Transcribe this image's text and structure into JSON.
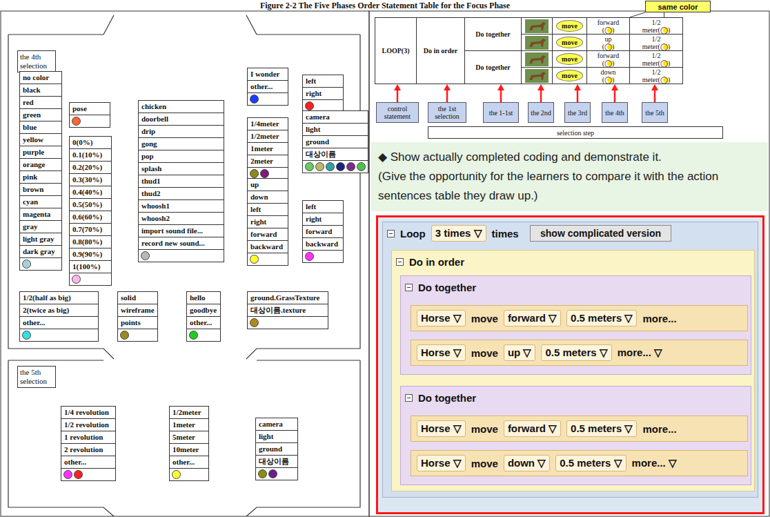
{
  "diagram": {
    "title": "Figure 2-2 The Five Phases Order Statement Table for the Focus Phase",
    "nodes": [
      {
        "text": [
          "the 4th selection"
        ]
      },
      {
        "text": [
          "no color",
          "black",
          "red",
          "green",
          "blue",
          "yellow",
          "purple",
          "orange",
          "pink",
          "brown",
          "cyan",
          "magenta",
          "gray",
          "light gray",
          "dark gray"
        ]
      },
      {
        "text": [
          "pose"
        ]
      },
      {
        "text": [
          "0(0%)",
          "0.1(10%)",
          "0.2(20%)",
          "0.3(30%)",
          "0.4(40%)",
          "0.5(50%)",
          "0.6(60%)",
          "0.7(70%)",
          "0.8(80%)",
          "0.9(90%)",
          "1(100%)"
        ]
      },
      {
        "text": [
          "chicken",
          "doorbell",
          "drip",
          "gong",
          "pop",
          "splash",
          "thud1",
          "thud2",
          "whoosh1",
          "whoosh2",
          "import sound file...",
          "record new sound..."
        ]
      },
      {
        "text": [
          "I wonder",
          "other..."
        ]
      },
      {
        "text": [
          "left",
          "right"
        ]
      },
      {
        "text": [
          "1/4meter",
          "1/2meter",
          "1meter",
          "2meter"
        ]
      },
      {
        "text": [
          "camera",
          "light",
          "ground",
          "대상이름"
        ]
      },
      {
        "text": [
          "up",
          "down",
          "left",
          "right",
          "forward",
          "backward"
        ]
      },
      {
        "text": [
          "left",
          "right",
          "forward",
          "backward"
        ]
      },
      {
        "text": [
          "1/2(half as big)",
          "2(twice as big)",
          "other..."
        ]
      },
      {
        "text": [
          "solid",
          "wireframe",
          "points"
        ]
      },
      {
        "text": [
          "hello",
          "goodbye",
          "other..."
        ]
      },
      {
        "text": [
          "ground.GrassTexture",
          "대상이름.texture"
        ]
      },
      {
        "text": [
          "the 5th selection"
        ]
      },
      {
        "text": [
          "1/4 revolution",
          "1/2 revolution",
          "1 revolution",
          "2 revolution",
          "other..."
        ]
      },
      {
        "text": [
          "1/2meter",
          "1meter",
          "5meter",
          "10meter",
          "other..."
        ]
      },
      {
        "text": [
          "camera",
          "light",
          "ground",
          "대상이름"
        ]
      },
      {
        "text": [
          "same color"
        ]
      },
      {
        "text": []
      },
      {
        "text": [
          "LOOP(3)"
        ],
        "in": 20
      },
      {
        "text": [
          "Do in order"
        ],
        "in": 20
      },
      {
        "text": [
          "Do together"
        ],
        "in": 20
      },
      {
        "text": [
          "move"
        ],
        "in": 20
      },
      {
        "text": [
          "forward",
          "(◯)"
        ],
        "in": 20
      },
      {
        "text": [
          "1/2",
          "meter(◯)"
        ],
        "in": 20
      },
      {
        "text": [
          "move"
        ],
        "in": 20
      },
      {
        "text": [
          "up",
          "(◯)"
        ],
        "in": 20
      },
      {
        "text": [
          "1/2",
          "meter(◯)"
        ],
        "in": 20
      },
      {
        "text": [
          "Do together"
        ],
        "in": 20
      },
      {
        "text": [
          "move"
        ],
        "in": 20
      },
      {
        "text": [
          "forward",
          "(◯)"
        ],
        "in": 20
      },
      {
        "text": [
          "1/2",
          "meter(◯)"
        ],
        "in": 20
      },
      {
        "text": [
          "move"
        ],
        "in": 20
      },
      {
        "text": [
          "down",
          "(◯)"
        ],
        "in": 20
      },
      {
        "text": [
          "1/2",
          "meter(◯)"
        ],
        "in": 20
      },
      {
        "text": [
          "control statement"
        ]
      },
      {
        "text": [
          "the 1st selection"
        ]
      },
      {
        "text": [
          "the 1-1st"
        ]
      },
      {
        "text": [
          "the 2nd"
        ]
      },
      {
        "text": [
          "the 3rd"
        ]
      },
      {
        "text": [
          "the 4th"
        ]
      },
      {
        "text": [
          "the 5th"
        ]
      },
      {
        "text": [
          "selection step"
        ]
      },
      {
        "text": [
          "◆ Show actually completed coding and demonstrate it.",
          "(Give the opportunity for the learners to compare it with the action sentences table they draw up.)"
        ]
      },
      {
        "text": []
      },
      {
        "text": [
          "Loop",
          "3 times ▽",
          "times"
        ],
        "in": 46
      },
      {
        "text": [
          "show complicated version"
        ],
        "in": 47
      },
      {
        "text": [
          "Do in order"
        ],
        "in": 47
      },
      {
        "text": [
          "Do together"
        ],
        "in": 49
      },
      {
        "text": [
          "Horse ▽",
          "move",
          "forward ▽",
          "0.5 meters ▽",
          "more..."
        ],
        "in": 50
      },
      {
        "text": [
          "Horse ▽",
          "move",
          "up ▽",
          "0.5 meters ▽",
          "more... ▽"
        ],
        "in": 50
      },
      {
        "text": [
          "Do together"
        ],
        "in": 49
      },
      {
        "text": [
          "Horse ▽",
          "move",
          "forward ▽",
          "0.5 meters ▽",
          "more..."
        ],
        "in": 53
      },
      {
        "text": [
          "Horse ▽",
          "move",
          "down ▽",
          "0.5 meters ▽",
          "more... ▽"
        ],
        "in": 53
      }
    ],
    "edges": [
      {
        "from": 37,
        "to": 20,
        "arrow": "to"
      },
      {
        "from": 38,
        "to": 20,
        "arrow": "to"
      },
      {
        "from": 39,
        "to": 20,
        "arrow": "to"
      },
      {
        "from": 40,
        "to": 20,
        "arrow": "to"
      },
      {
        "from": 41,
        "to": 20,
        "arrow": "to"
      },
      {
        "from": 42,
        "to": 20,
        "arrow": "to"
      },
      {
        "from": 43,
        "to": 20,
        "arrow": "to"
      },
      {
        "from": 19,
        "to": 25,
        "arrow": "none"
      },
      {
        "from": 19,
        "to": 26,
        "arrow": "none"
      }
    ]
  }
}
